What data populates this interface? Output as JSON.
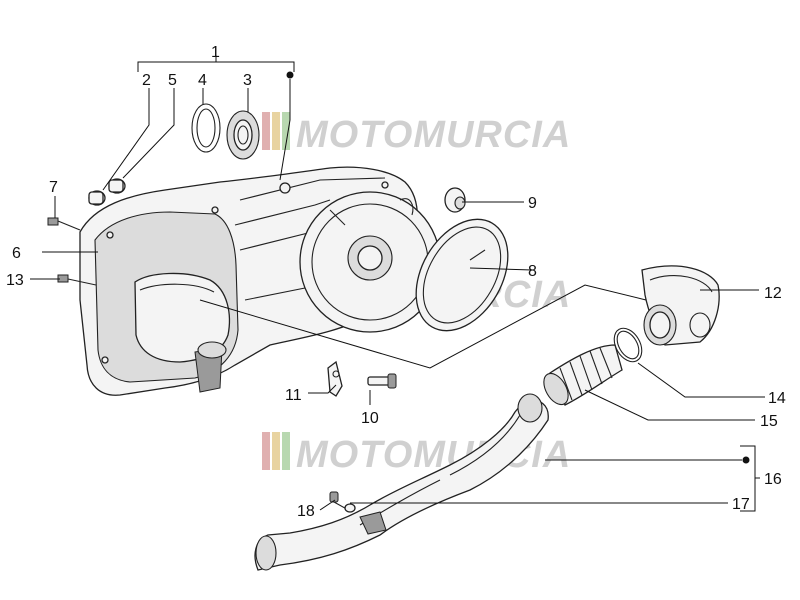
{
  "diagram": {
    "callouts": [
      {
        "id": "c1",
        "label": "1"
      },
      {
        "id": "c2",
        "label": "2"
      },
      {
        "id": "c3",
        "label": "3"
      },
      {
        "id": "c4",
        "label": "4"
      },
      {
        "id": "c5",
        "label": "5"
      },
      {
        "id": "c6",
        "label": "6"
      },
      {
        "id": "c7",
        "label": "7"
      },
      {
        "id": "c8",
        "label": "8"
      },
      {
        "id": "c9",
        "label": "9"
      },
      {
        "id": "c10",
        "label": "10"
      },
      {
        "id": "c11",
        "label": "11"
      },
      {
        "id": "c12",
        "label": "12"
      },
      {
        "id": "c13",
        "label": "13"
      },
      {
        "id": "c14",
        "label": "14"
      },
      {
        "id": "c15",
        "label": "15"
      },
      {
        "id": "c16",
        "label": "16"
      },
      {
        "id": "c17",
        "label": "17"
      },
      {
        "id": "c18",
        "label": "18"
      }
    ]
  },
  "watermark": {
    "text": "MOTOMURCIA",
    "stripe_colors": [
      "#e0b0b0",
      "#e8d3a0",
      "#b8d8b0"
    ]
  }
}
